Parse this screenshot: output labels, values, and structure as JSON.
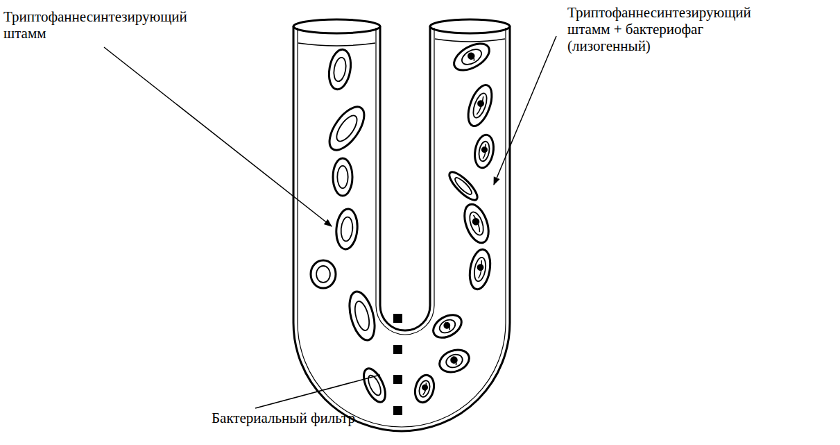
{
  "diagram": {
    "labels": [
      "Триптофаннесинтезирующий штамм",
      "Триптофаннесинтезирующий штамм + бактериофаг (лизогенный)",
      "Бактериальный фильтр"
    ]
  }
}
